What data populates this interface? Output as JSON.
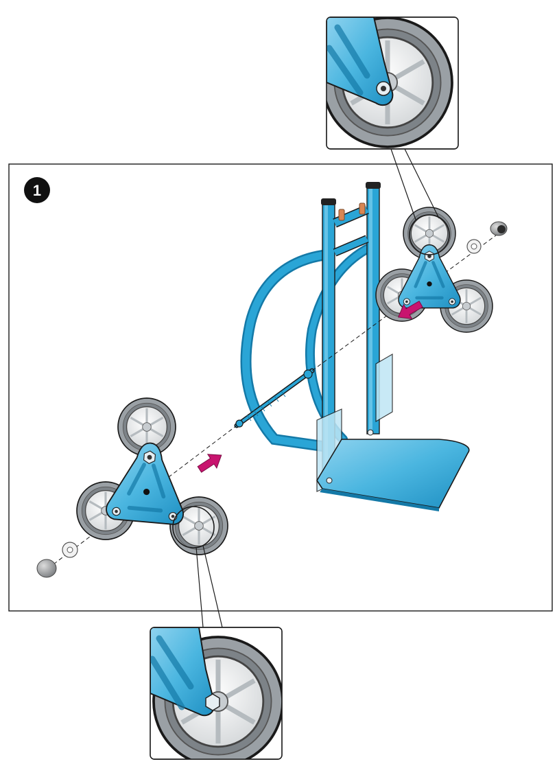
{
  "diagram": {
    "step_number": "1",
    "colors": {
      "frame_blue": "#2aa5d6",
      "frame_dark": "#1479a7",
      "tire_gray": "#8e9398",
      "rim_light": "#eef0f1",
      "arrow_magenta": "#c8146f",
      "cap_copper": "#d98652",
      "outline": "#1a1a1a"
    },
    "icons": {
      "step_badge": "circled-number",
      "direction_arrow": "assembly-arrow",
      "detail_callout": "magnifier-callout"
    }
  }
}
